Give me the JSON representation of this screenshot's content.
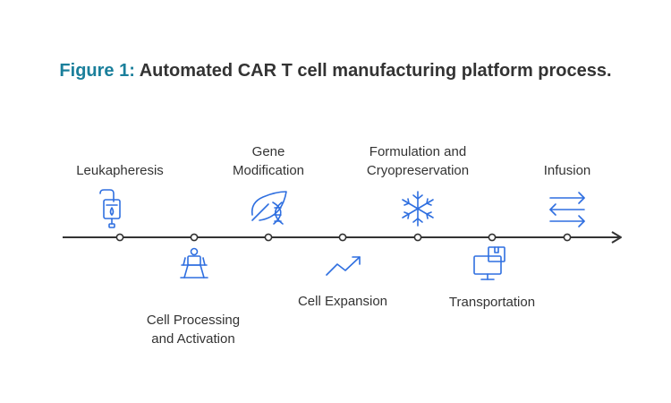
{
  "figure": {
    "label": "Figure 1:",
    "title": "Automated CAR T cell manufacturing platform process."
  },
  "steps": [
    {
      "label": "Leukapheresis",
      "icon": "iv-bag-icon",
      "side": "top"
    },
    {
      "label": "Cell Processing\nand Activation",
      "icon": "robot-arm-icon",
      "side": "bottom"
    },
    {
      "label": "Gene\nModification",
      "icon": "leaf-dna-icon",
      "side": "top"
    },
    {
      "label": "Cell Expansion",
      "icon": "trend-up-icon",
      "side": "bottom"
    },
    {
      "label": "Formulation and\nCryopreservation",
      "icon": "snowflake-icon",
      "side": "top"
    },
    {
      "label": "Transportation",
      "icon": "monitor-box-icon",
      "side": "bottom"
    },
    {
      "label": "Infusion",
      "icon": "exchange-arrows-icon",
      "side": "top"
    }
  ],
  "colors": {
    "accent": "#1a7f9b",
    "icon": "#2f6fe0",
    "line": "#333333",
    "text": "#333333"
  }
}
